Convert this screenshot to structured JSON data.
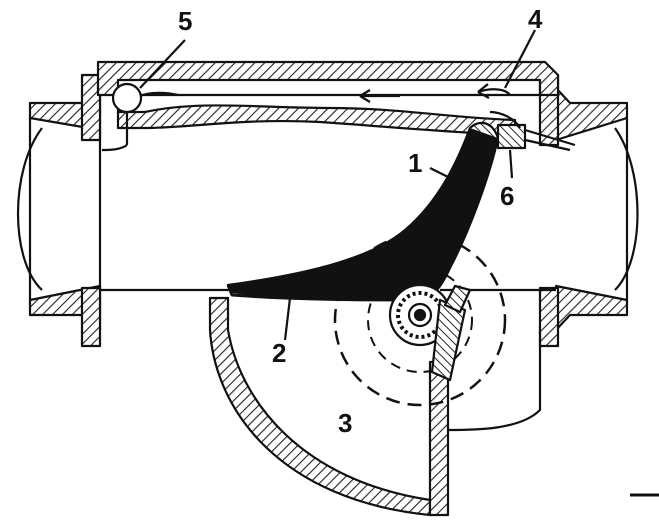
{
  "callouts": {
    "c1": "1",
    "c2": "2",
    "c3": "3",
    "c4": "4",
    "c5": "5",
    "c6": "6"
  },
  "colors": {
    "ink": "#111111",
    "paper": "#ffffff",
    "hatch": "#222222"
  }
}
